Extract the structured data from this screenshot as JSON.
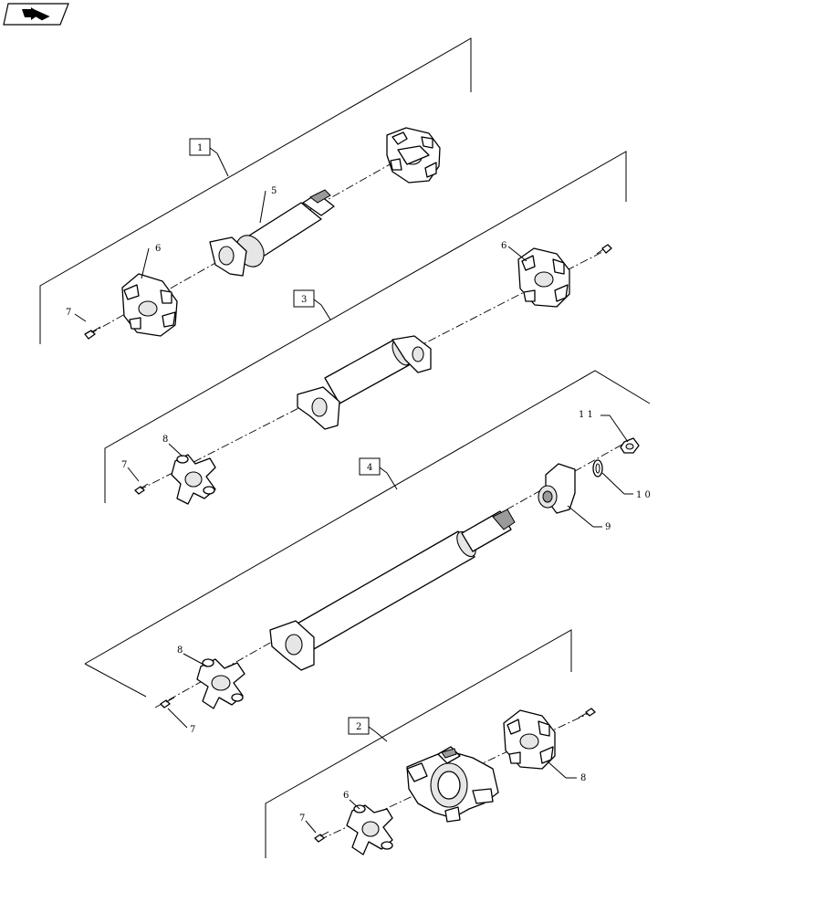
{
  "callouts": {
    "assy_1": "1",
    "assy_2": "2",
    "assy_3": "3",
    "assy_4": "4"
  },
  "labels": {
    "p5": "5",
    "p6a": "6",
    "p7a": "7",
    "p6b": "6",
    "p8a": "8",
    "p7b": "7",
    "p11": "1 1",
    "p10": "1 0",
    "p9": "9",
    "p8b": "8",
    "p7c": "7",
    "p8c": "8",
    "p6c": "6",
    "p7d": "7"
  },
  "icons": {
    "nav": "back-arrow-icon"
  }
}
